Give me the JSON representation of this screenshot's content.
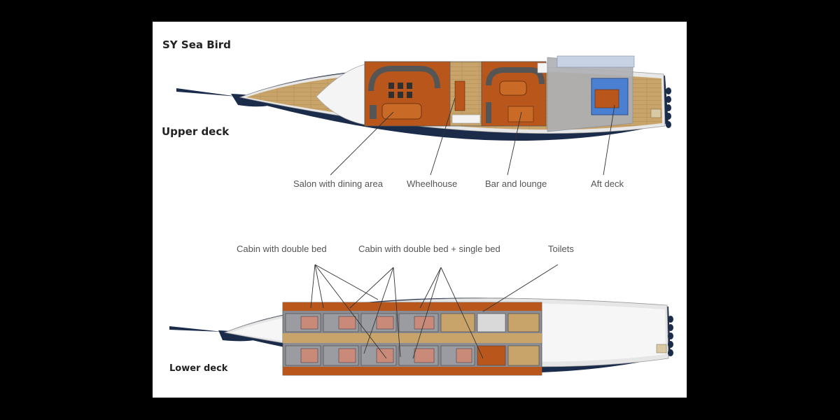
{
  "boat_name": "SY Sea Bird",
  "upper": {
    "title": "Upper deck",
    "labels": {
      "salon": "Salon with dining area",
      "wheelhouse": "Wheelhouse",
      "bar": "Bar and lounge",
      "aft": "Aft deck"
    }
  },
  "lower": {
    "title": "Lower deck",
    "labels": {
      "double": "Cabin with double bed",
      "double_single": "Cabin with double bed + single bed",
      "toilets": "Toilets"
    }
  },
  "colors": {
    "hull": "#1b2b4a",
    "wood": "#c9a46a",
    "upholstery": "#b8561c",
    "sofa": "#555555",
    "glass": "#b8c6dc",
    "water": "#4a7fd1",
    "background": "#000000",
    "panel": "#ffffff"
  }
}
